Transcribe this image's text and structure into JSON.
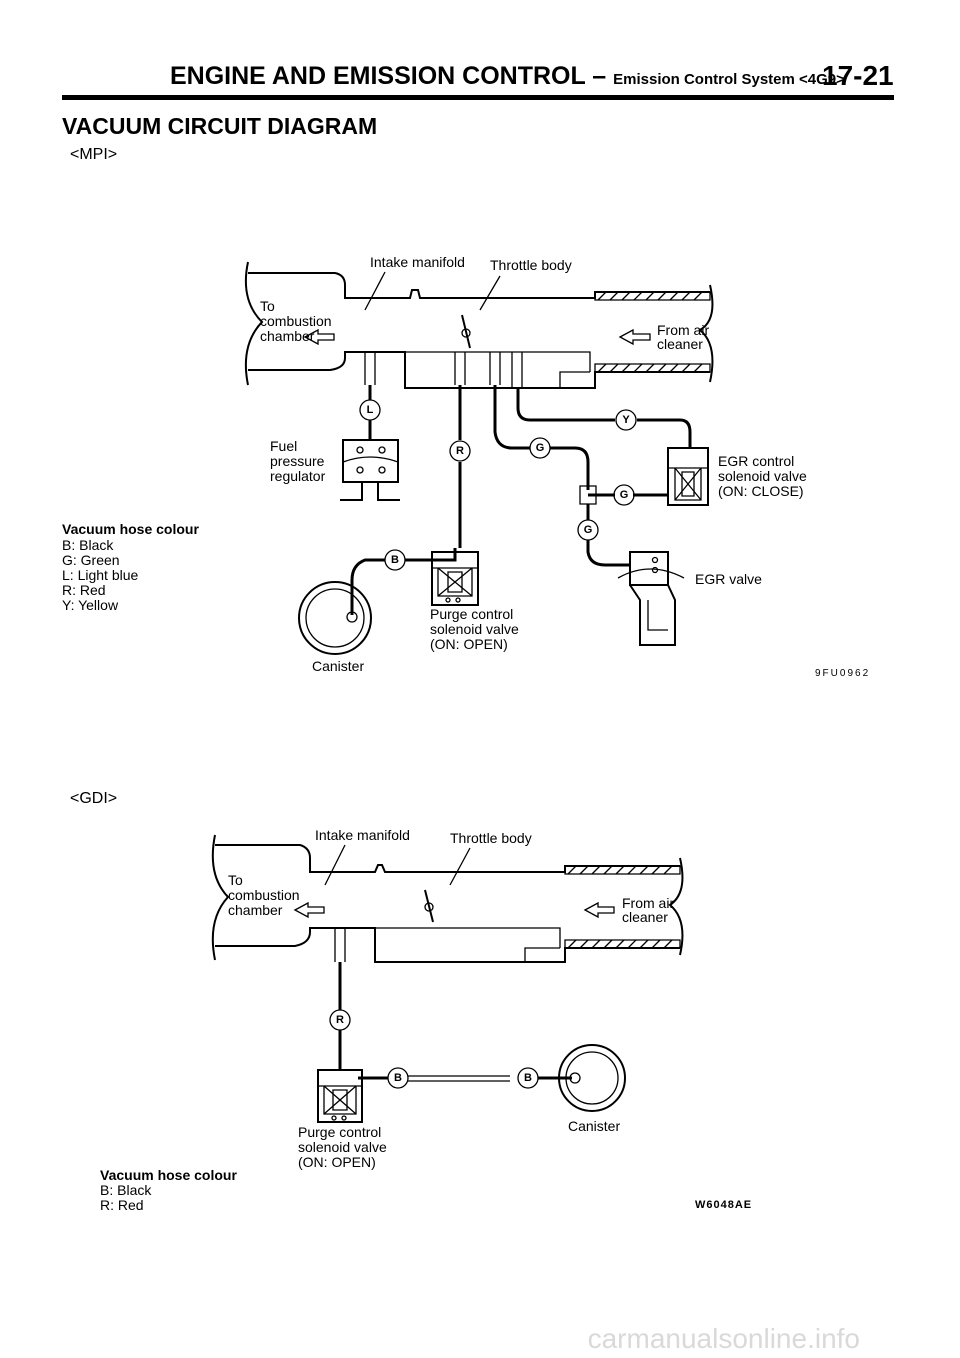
{
  "header": {
    "title": "ENGINE AND EMISSION CONTROL",
    "dash": "–",
    "subtitle": "Emission Control System <4G9>",
    "page": "17-21"
  },
  "diagram_title": "VACUUM CIRCUIT DIAGRAM",
  "mpi": {
    "section_label": "<MPI>",
    "intake_manifold": "Intake manifold",
    "throttle_body": "Throttle body",
    "to_combustion_1": "To",
    "to_combustion_2": "combustion",
    "to_combustion_3": "chamber",
    "from_air_1": "From air",
    "from_air_2": "cleaner",
    "fuel_reg_1": "Fuel",
    "fuel_reg_2": "pressure",
    "fuel_reg_3": "regulator",
    "egr_sol_1": "EGR control",
    "egr_sol_2": "solenoid valve",
    "egr_sol_3": "(ON: CLOSE)",
    "egr_valve": "EGR valve",
    "purge_1": "Purge control",
    "purge_2": "solenoid valve",
    "purge_3": "(ON: OPEN)",
    "canister": "Canister",
    "fig_code": "9FU0962",
    "legend_title": "Vacuum hose colour",
    "legend": [
      "B: Black",
      "G: Green",
      "L: Light blue",
      "R: Red",
      "Y: Yellow"
    ],
    "tags": {
      "L": "L",
      "R": "R",
      "G": "G",
      "Y": "Y",
      "B": "B"
    }
  },
  "gdi": {
    "section_label": "<GDI>",
    "intake_manifold": "Intake manifold",
    "throttle_body": "Throttle body",
    "to_combustion_1": "To",
    "to_combustion_2": "combustion",
    "to_combustion_3": "chamber",
    "from_air_1": "From air",
    "from_air_2": "cleaner",
    "purge_1": "Purge control",
    "purge_2": "solenoid valve",
    "purge_3": "(ON: OPEN)",
    "canister": "Canister",
    "fig_code": "W6048AE",
    "legend_title": "Vacuum hose colour",
    "legend": [
      "B: Black",
      "R: Red"
    ],
    "tags": {
      "R": "R",
      "B": "B"
    }
  },
  "footer": {
    "watermark": "carmanualsonline.info"
  }
}
